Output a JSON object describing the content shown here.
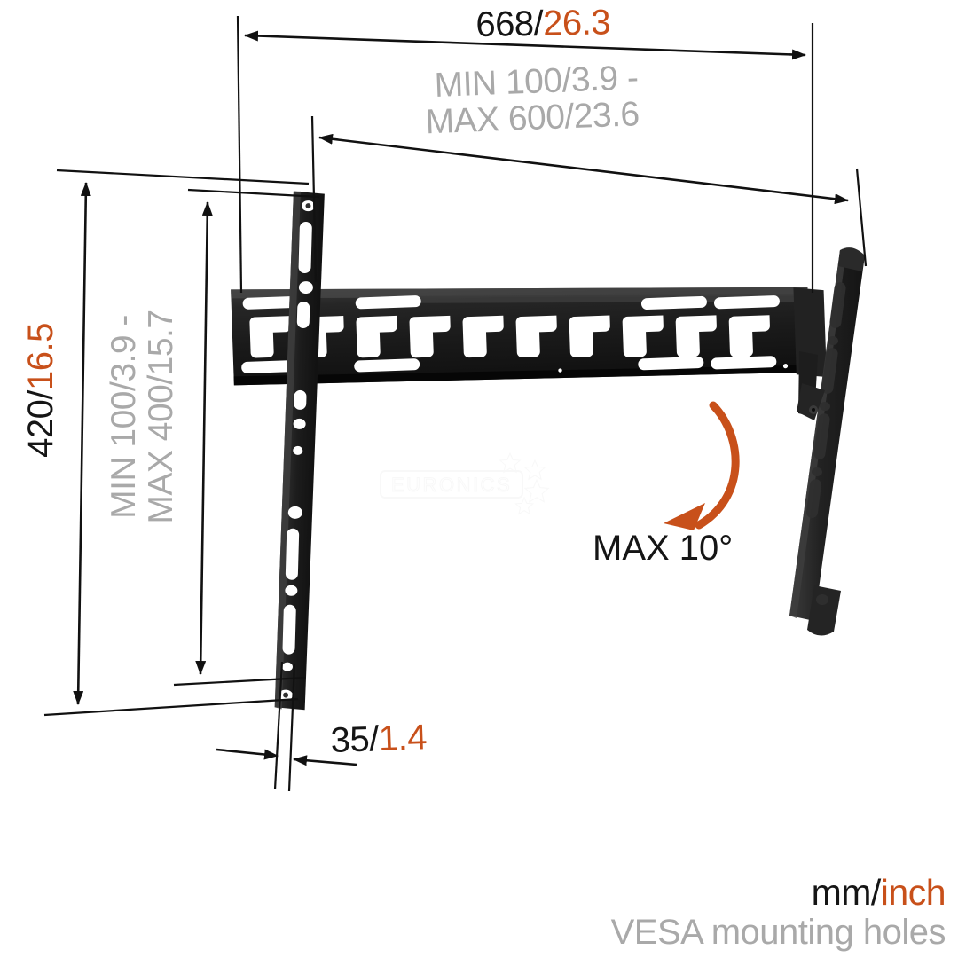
{
  "drawing": {
    "product": "TV wall mount tilting bracket",
    "dimensions": {
      "overall_width": {
        "mm": "668/",
        "inch": "26.3"
      },
      "overall_height": {
        "mm": "420/",
        "inch": "16.5"
      },
      "depth": {
        "mm": "35/",
        "inch": "1.4"
      },
      "vesa_horizontal": {
        "line1": "MIN 100/3.9 -",
        "line2": "MAX 600/23.6"
      },
      "vesa_vertical": {
        "line1": "MIN 100/3.9 -",
        "line2": "MAX 400/15.7"
      },
      "tilt": "MAX 10°"
    },
    "legend": {
      "units_mm": "mm/",
      "units_inch": "inch",
      "caption": "VESA mounting holes"
    },
    "watermark": {
      "brand": "EURONICS"
    },
    "colors": {
      "metric": "#151515",
      "imperial": "#C8501A",
      "vesa_gray": "#A9A9A9",
      "bracket": "#1E1E1E",
      "accent_arrow": "#C8501A",
      "background": "#FFFFFF"
    },
    "icons": {
      "tilt_arrow": "curved-arrow-icon",
      "dimension_arrow": "dimension-arrow-icon"
    }
  }
}
